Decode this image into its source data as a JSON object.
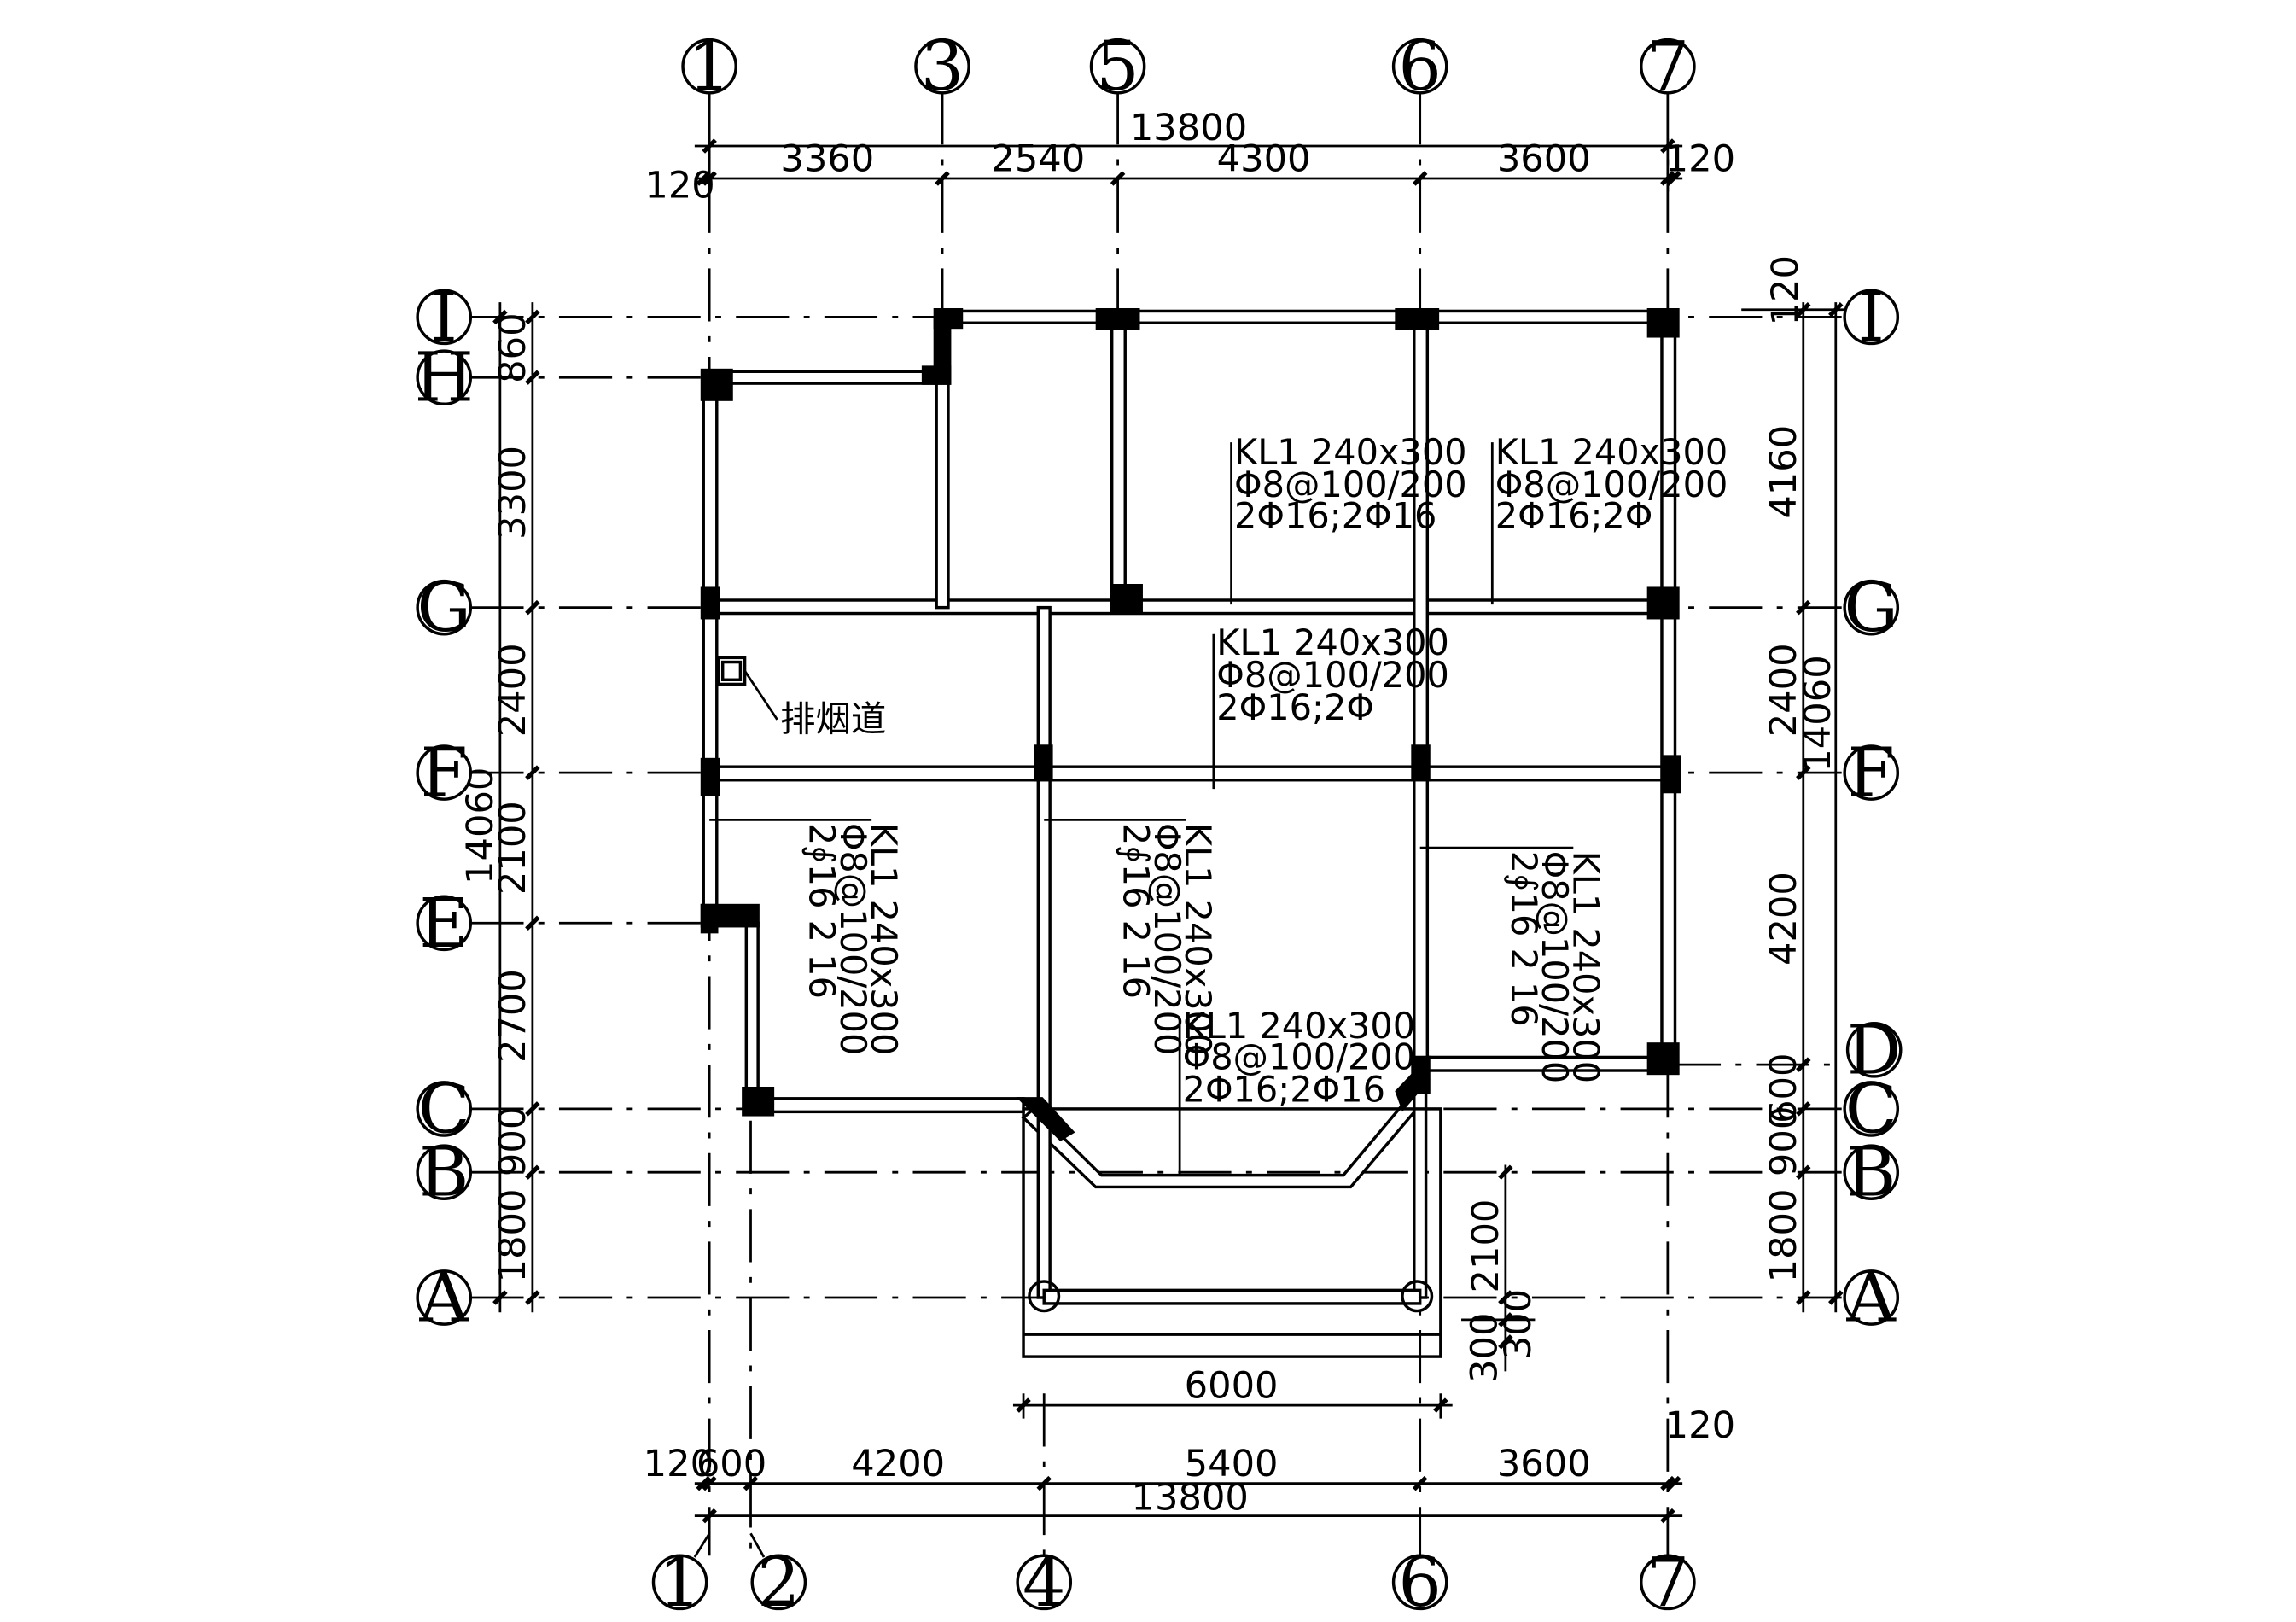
{
  "axes_v_top": [
    "1",
    "3",
    "5",
    "6",
    "7"
  ],
  "axes_v_bottom": [
    "1",
    "2",
    "4",
    "6",
    "7"
  ],
  "axes_h_left": [
    "I",
    "H",
    "G",
    "F",
    "E",
    "C",
    "B",
    "A"
  ],
  "axes_h_right": [
    "I",
    "G",
    "F",
    "D",
    "C",
    "B",
    "A"
  ],
  "dims": {
    "top_total": "13800",
    "top_segments": [
      "3360",
      "2540",
      "4300",
      "3600"
    ],
    "top_left_offset": "120",
    "top_right_offset": "120",
    "bottom_total": "13800",
    "bottom_segments": [
      "600",
      "4200",
      "5400",
      "3600"
    ],
    "bottom_left_offset": "120",
    "bottom_right_offset": "120",
    "bay_width": "6000",
    "left_total": "14060",
    "left_segments": [
      "860",
      "3300",
      "2400",
      "2100",
      "2700",
      "900",
      "1800"
    ],
    "right_total": "14060",
    "right_segments": [
      "4160",
      "2400",
      "4200",
      "600",
      "900",
      "1800"
    ],
    "right_top_offset": "120",
    "bay_depth": "2100",
    "bay_offsets": [
      "300",
      "300"
    ]
  },
  "beams": [
    {
      "id": "b1",
      "lines": [
        "KL1 240x300",
        "Φ8@100/200",
        "2Φ16;2Φ16"
      ]
    },
    {
      "id": "b2",
      "lines": [
        "KL1 240x300",
        "Φ8@100/200",
        "2Φ16;2Φ"
      ]
    },
    {
      "id": "b3",
      "lines": [
        "KL1 240x300",
        "Φ8@100/200",
        "2Φ16;2Φ"
      ]
    },
    {
      "id": "b4",
      "lines": [
        "KL1 240x300",
        "Φ8@100/200",
        "2Φ16;2Φ16"
      ]
    },
    {
      "id": "b5",
      "lines": [
        "KL1 240x300",
        "Φ8@100/200",
        "2∮16 2 16"
      ]
    },
    {
      "id": "b6",
      "lines": [
        "KL1 240x300",
        "Φ8@100/200",
        "2∮16 2 16"
      ]
    },
    {
      "id": "b7",
      "lines": [
        "KL1 240x300",
        "Φ8@100/200",
        "2∮16 2 16"
      ]
    }
  ],
  "labels": {
    "flue": "排烟道"
  }
}
